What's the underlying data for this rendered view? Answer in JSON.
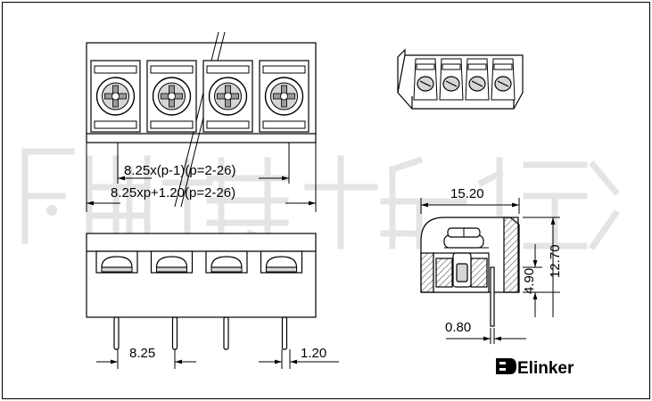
{
  "dimensions": {
    "pitch_formula": "8.25x(p-1)(p=2-26)",
    "length_formula": "8.25xp+1.20(p=2-26)",
    "pitch": "8.25",
    "pin_width": "1.20",
    "depth": "15.20",
    "height": "12.70",
    "pin_offset": "4.90",
    "pin_thickness": "0.80"
  },
  "brand": {
    "name": "Elinker"
  },
  "colors": {
    "line": "#000000",
    "watermark": "#e4e4e4",
    "hatch": "#555555",
    "screw_face": "#d6d6d6",
    "screw_recess": "#9a9a9a",
    "body_fill": "#ffffff"
  },
  "drawing": {
    "pole_count": 4
  },
  "icons": {
    "brand_logo": "elinker-logo-icon"
  }
}
